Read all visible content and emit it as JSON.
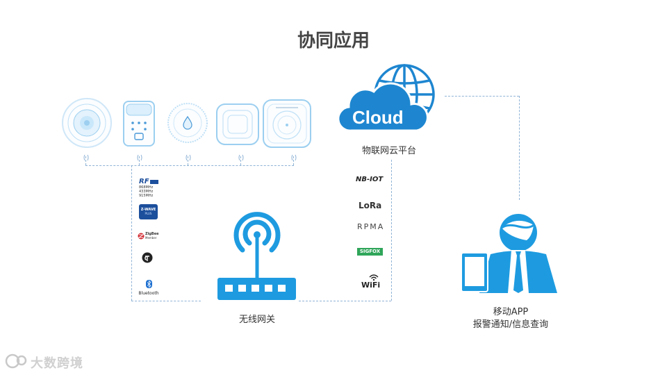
{
  "title": "协同应用",
  "cloud": {
    "icon_text": "Cloud",
    "label": "物联网云平台"
  },
  "gateway": {
    "label": "无线网关"
  },
  "mobile": {
    "label_line1": "移动APP",
    "label_line2": "报警通知/信息查询"
  },
  "left_protocols": {
    "rf": {
      "name": "RF",
      "freqs": [
        "868MHz",
        "433MHz",
        "915MHz"
      ]
    },
    "zwave": {
      "name": "Z-WAVE",
      "sub": "PLUS"
    },
    "zigbee": {
      "name": "ZigBee",
      "sub": "Member"
    },
    "bluetooth": {
      "name": "Bluetooth"
    }
  },
  "right_protocols": [
    "NB-IOT",
    "LoRa",
    "RPMA",
    "SIGFOX",
    "WiFi"
  ],
  "watermark": "大数跨境",
  "colors": {
    "accent": "#2f8fd8",
    "device_line": "#bcdff7",
    "dash": "#8fb3d6"
  }
}
